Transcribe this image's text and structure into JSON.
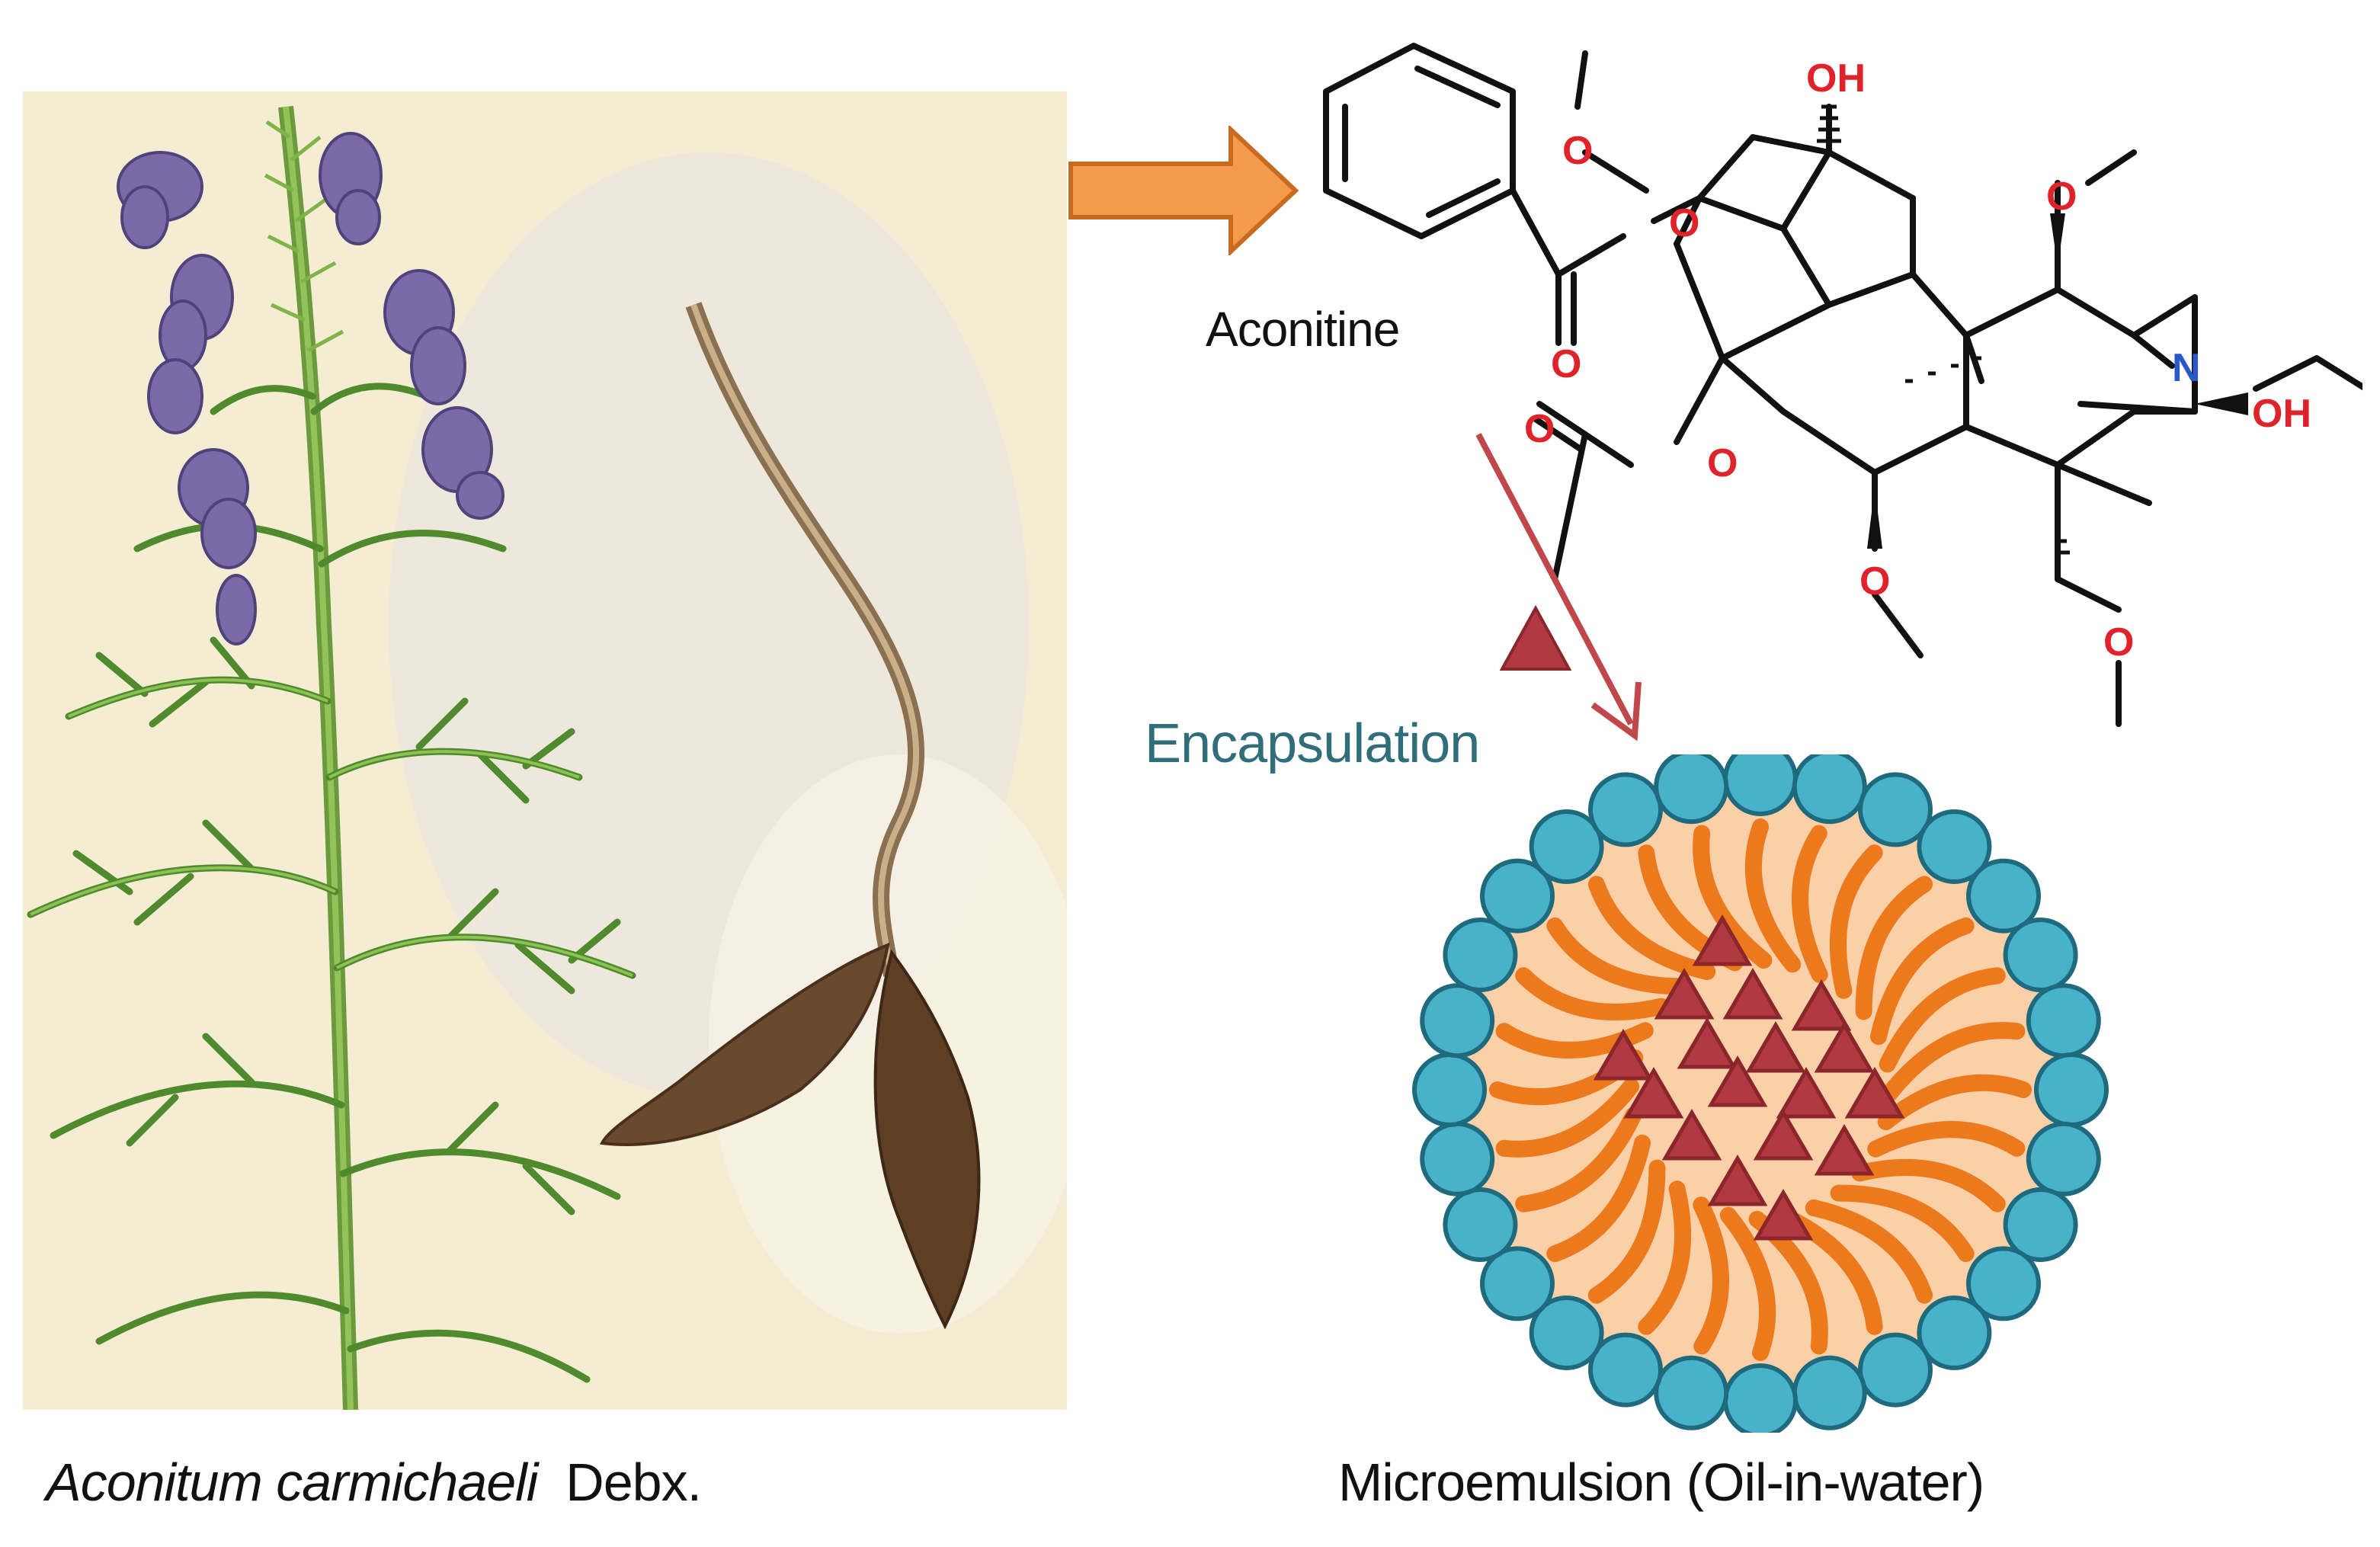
{
  "plant": {
    "species": "Aconitum carmichaeli",
    "authority": "Debx."
  },
  "molecule": {
    "name": "Aconitine",
    "atoms": {
      "hydroxyl_top": "OH",
      "hydroxyl_right": "OH",
      "oxygen": "O",
      "nitrogen": "N"
    }
  },
  "process": {
    "label": "Encapsulation"
  },
  "microemulsion": {
    "caption": "Microemulsion (Oil-in-water)"
  },
  "colors": {
    "plant_bg": "#f4ecd3",
    "arrow_orange": "#f39a4c",
    "arrow_red": "#c1484a",
    "encap_text": "#2f6e7a",
    "shell_blue": "#47b2c9",
    "core_fill": "#fbd0a8",
    "tail_orange": "#ec7a1c",
    "drug_red": "#b03a40",
    "heteroatom_red": "#e0232a",
    "heteroatom_blue": "#2b58c8"
  }
}
